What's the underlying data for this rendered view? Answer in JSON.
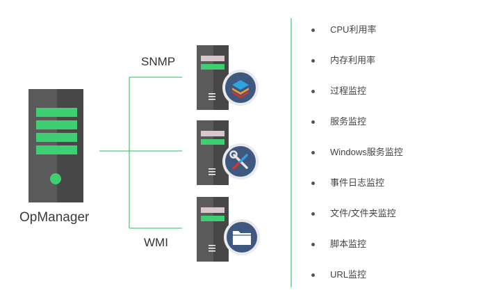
{
  "manager": {
    "label": "OpManager"
  },
  "protocols": {
    "top": "SNMP",
    "bottom": "WMI"
  },
  "colors": {
    "connector": "#52c97f",
    "server_body": "#5a5a5a",
    "server_shade": "#474747",
    "server_slot": "#3fcf73",
    "server_bar": "#d8c8cc",
    "badge": "#3f587f"
  },
  "servers": [
    {
      "badge_icon": "layers-icon"
    },
    {
      "badge_icon": "tools-icon"
    },
    {
      "badge_icon": "folder-icon"
    }
  ],
  "metrics": [
    "CPU利用率",
    "内存利用率",
    "过程监控",
    "服务监控",
    "Windows服务监控",
    "事件日志监控",
    "文件/文件夹监控",
    "脚本监控",
    "URL监控"
  ]
}
